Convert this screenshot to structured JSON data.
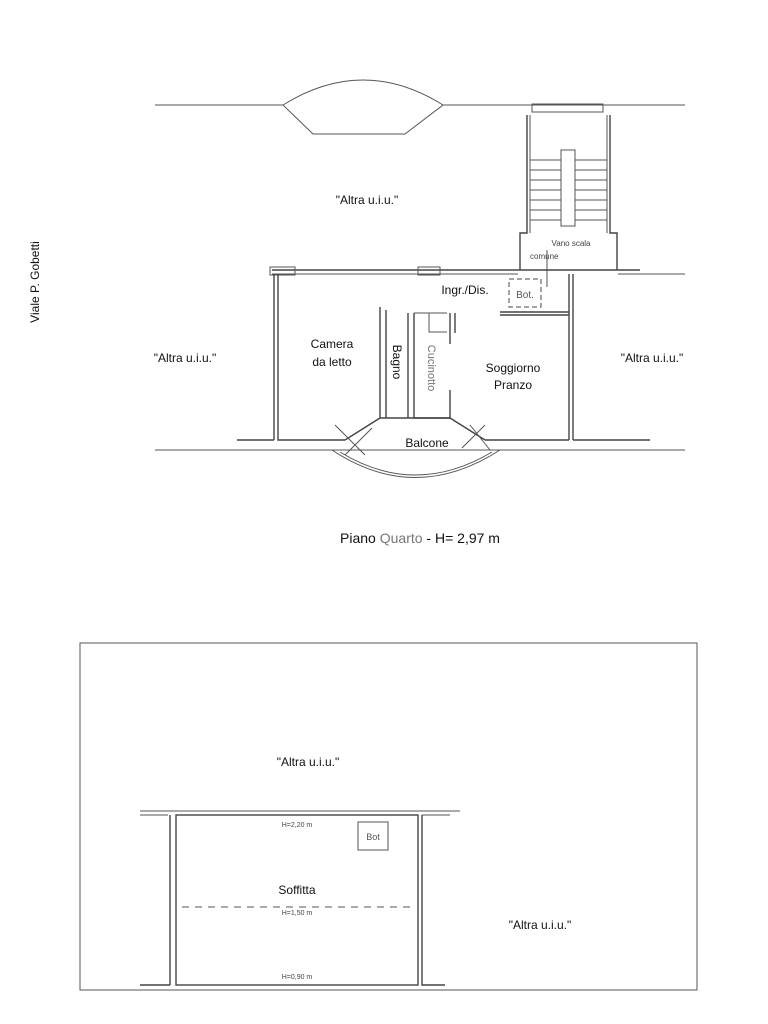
{
  "street_label": "Viale P. Gobetti",
  "floor_plan": {
    "title_prefix": "Piano ",
    "title_floor": "Quarto",
    "title_suffix": " - H= 2,97 m",
    "rooms": {
      "altra_top": "\"Altra u.i.u.\"",
      "altra_left": "\"Altra u.i.u.\"",
      "altra_right": "\"Altra u.i.u.\"",
      "camera_line1": "Camera",
      "camera_line2": "da letto",
      "bagno": "Bagno",
      "cucinotto": "Cucinotto",
      "soggiorno_line1": "Soggiorno",
      "soggiorno_line2": "Pranzo",
      "ingresso": "Ingr./Dis.",
      "bot": "Bot.",
      "vano_line1": "Vano scala",
      "vano_line2": "comune",
      "balcone": "Balcone"
    }
  },
  "attic_plan": {
    "altra_top": "\"Altra u.i.u.\"",
    "altra_right": "\"Altra u.i.u.\"",
    "soffitta": "Soffitta",
    "bot": "Bot",
    "h_high": "H=2,20 m",
    "h_mid": "H=1,50 m",
    "h_low": "H=0,90 m"
  }
}
